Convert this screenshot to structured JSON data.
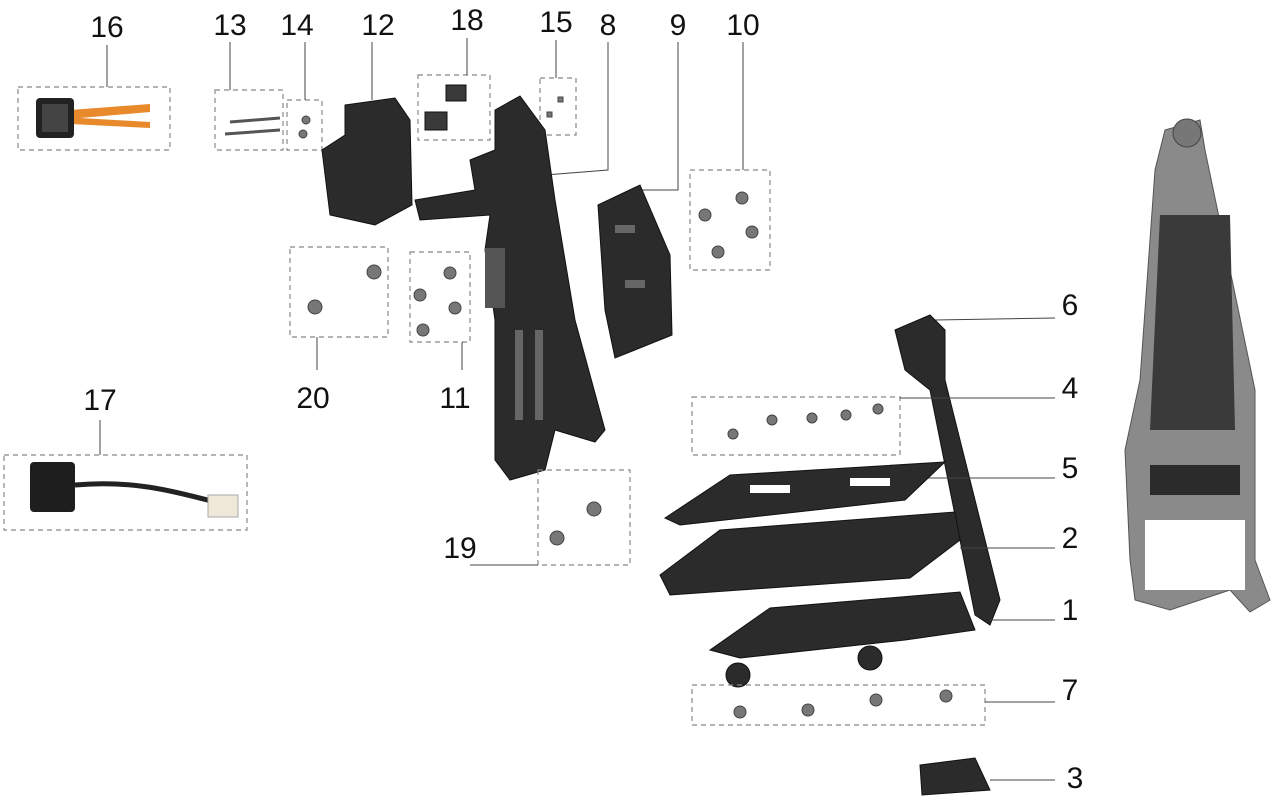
{
  "diagram": {
    "callouts": [
      "1",
      "2",
      "3",
      "4",
      "5",
      "6",
      "7",
      "8",
      "9",
      "10",
      "11",
      "12",
      "13",
      "14",
      "15",
      "16",
      "17",
      "18",
      "19",
      "20"
    ]
  },
  "colors": {
    "part": "#2b2b2b",
    "cable": "#e8892b",
    "frame": "#8a8a8a"
  }
}
